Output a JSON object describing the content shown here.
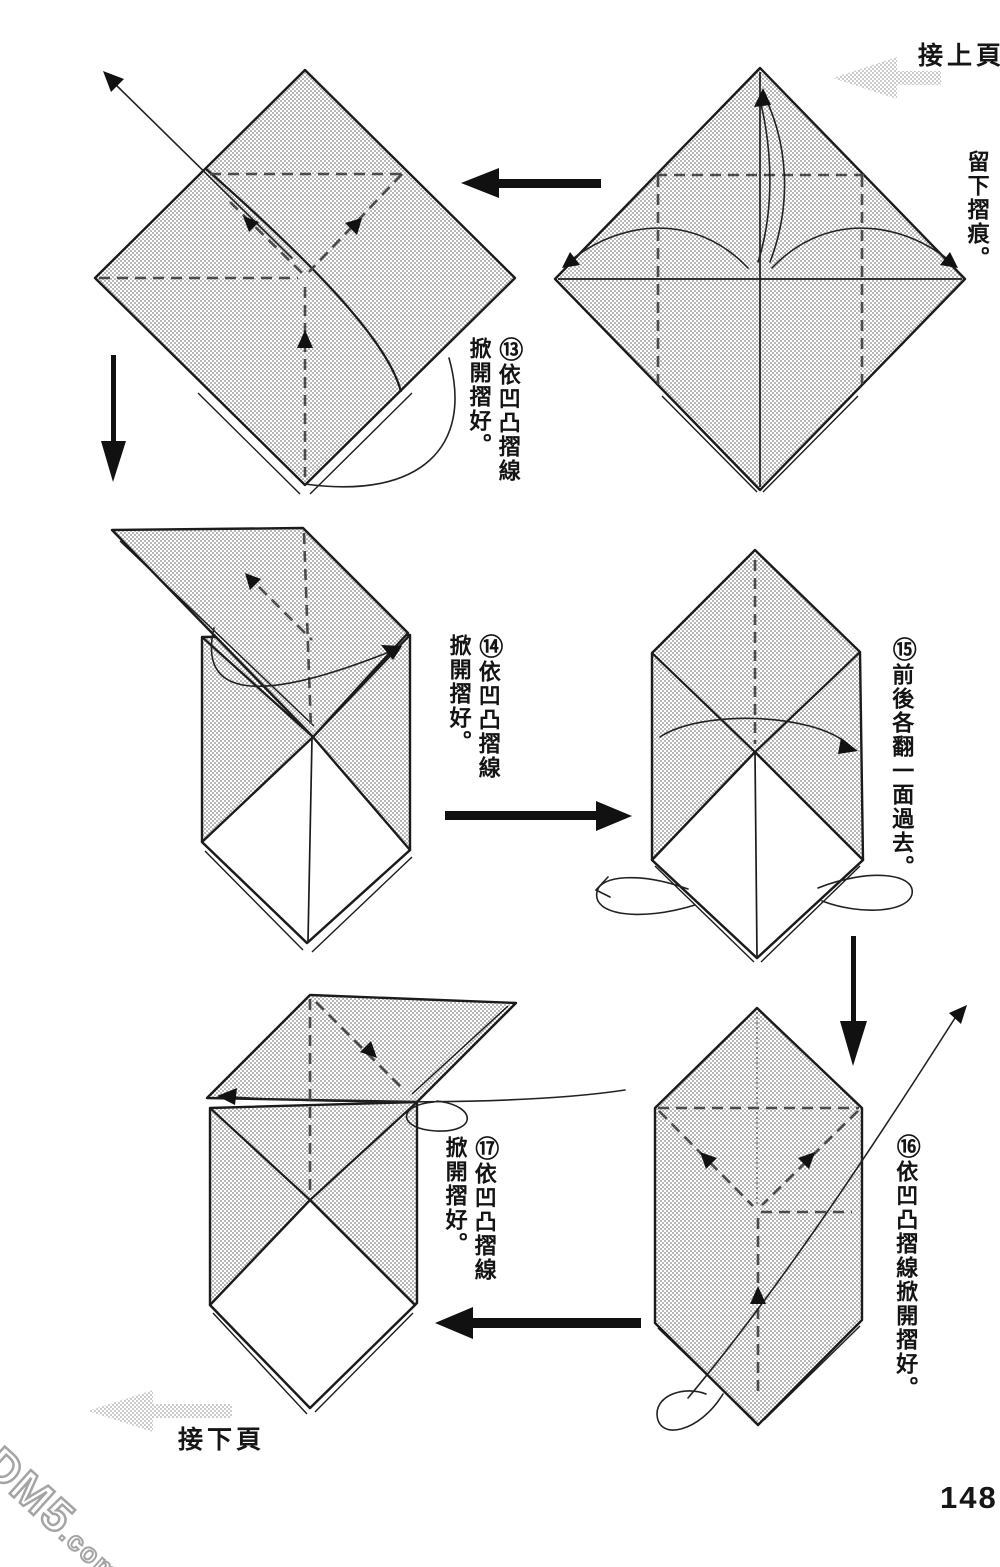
{
  "page": {
    "prev_label": "接上頁",
    "next_label": "接下頁",
    "margin_note": "留下摺痕。",
    "page_number": "148",
    "watermark_main": "DM5",
    "watermark_suffix": ".com"
  },
  "steps": {
    "s13": {
      "num": "⑬",
      "line1": "依凹凸摺線",
      "line2": "掀開摺好。"
    },
    "s14": {
      "num": "⑭",
      "line1": "依凹凸摺線",
      "line2": "掀開摺好。"
    },
    "s15": {
      "num": "⑮",
      "line1": "前後各翻一面過去。"
    },
    "s16": {
      "num": "⑯",
      "line1": "依凹凸摺線掀開摺好。"
    },
    "s17": {
      "num": "⑰",
      "line1": "依凹凸摺線",
      "line2": "掀開摺好。"
    }
  },
  "colors": {
    "halftone_dot": "#b9b9b9",
    "gray_arrow_dot": "#cccccc",
    "line": "#1b1b1b",
    "dash": "#4a4a4a"
  }
}
